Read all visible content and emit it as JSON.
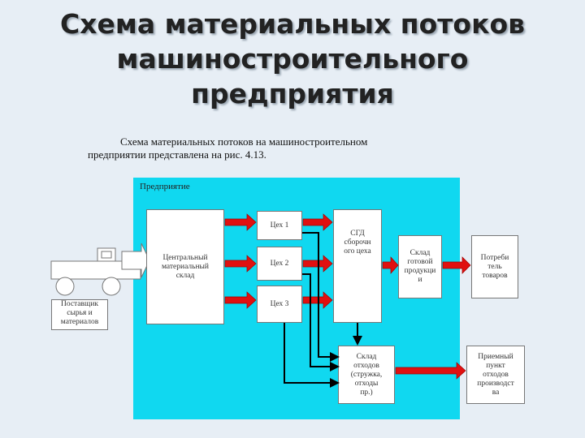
{
  "title": {
    "line1": "Схема материальных потоков",
    "line2": "машиностроительного",
    "line3": "предприятия"
  },
  "caption": {
    "line1": "Схема материальных потоков на машиностроительном",
    "line2": "предприятии представлена на рис. 4.13."
  },
  "diagram": {
    "enterprise_label": "Предприятие",
    "central_warehouse": [
      "Центральный",
      "материальный",
      "склад"
    ],
    "shop1": "Цех 1",
    "shop2": "Цех 2",
    "shop3": "Цех 3",
    "assembly": [
      "СГД",
      "сборочн",
      "ого цеха"
    ],
    "finished_goods": [
      "Склад",
      "готовой",
      "продукци",
      "и"
    ],
    "consumer": [
      "Потреби",
      "тель",
      "товаров"
    ],
    "waste_warehouse": [
      "Склад",
      "отходов",
      "(стружка,",
      "отходы",
      "пр.)"
    ],
    "waste_point": [
      "Приемный",
      "пункт",
      "отходов",
      "производст",
      "ва"
    ],
    "supplier": [
      "Поставщик",
      "сырья и",
      "материалов"
    ]
  },
  "colors": {
    "background": "#e7eef5",
    "enterprise_fill": "#10d8f0",
    "arrow_red": "#e01010",
    "line_black": "#000000"
  }
}
